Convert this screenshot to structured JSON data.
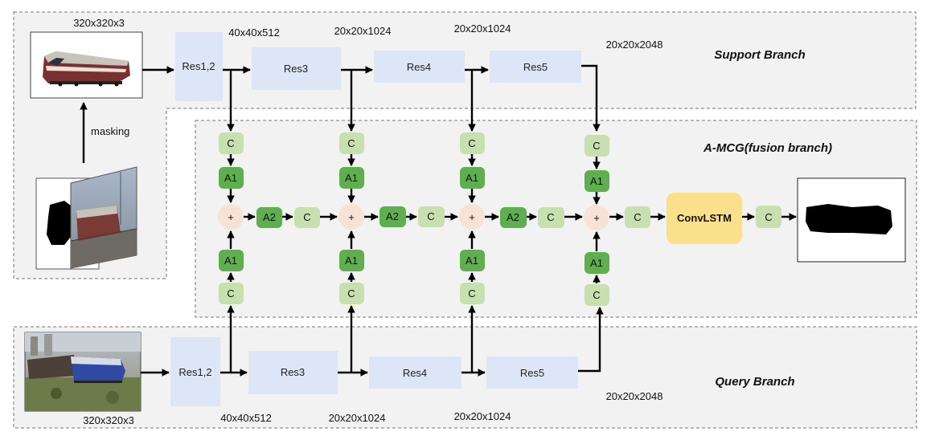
{
  "branches": {
    "support": "Support Branch",
    "fusion": "A-MCG(fusion branch)",
    "query": "Query Branch"
  },
  "labels": {
    "masking": "masking",
    "conv_lstm": "ConvLSTM",
    "plus": "+",
    "c": "C",
    "a1": "A1",
    "a2": "A2"
  },
  "support": {
    "input_size": "320x320x3",
    "blocks": [
      "Res1,2",
      "Res3",
      "Res4",
      "Res5"
    ],
    "sizes": [
      "40x40x512",
      "20x20x1024",
      "20x20x1024",
      "20x20x2048"
    ]
  },
  "query": {
    "input_size": "320x320x3",
    "blocks": [
      "Res1,2",
      "Res3",
      "Res4",
      "Res5"
    ],
    "sizes": [
      "40x40x512",
      "20x20x1024",
      "20x20x1024",
      "20x20x2048"
    ]
  },
  "colors": {
    "res_block": "#dde6f6",
    "c_light": "#c8dfb0",
    "a_dark": "#5fae4f",
    "plus_node": "#f8e2d6",
    "conv_lstm": "#fbe08c",
    "panel": "#f2f2f2"
  }
}
